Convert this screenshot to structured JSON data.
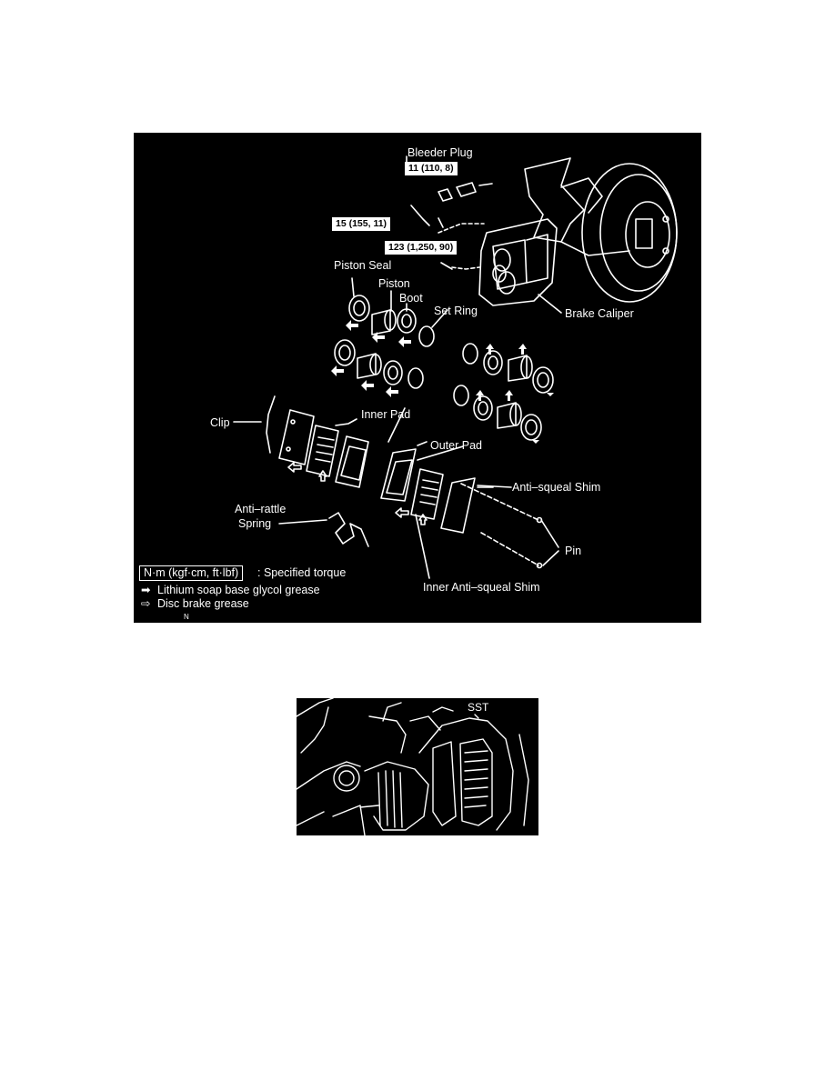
{
  "diagram_main": {
    "labels": {
      "bleeder_plug": "Bleeder Plug",
      "piston_seal": "Piston Seal",
      "piston": "Piston",
      "boot": "Boot",
      "set_ring": "Set Ring",
      "brake_caliper": "Brake Caliper",
      "clip": "Clip",
      "inner_pad": "Inner Pad",
      "outer_pad": "Outer Pad",
      "anti_squeal_shim": "Anti–squeal Shim",
      "anti_rattle_line1": "Anti–rattle",
      "anti_rattle_line2": "Spring",
      "pin": "Pin",
      "inner_anti_squeal_shim": "Inner Anti–squeal Shim"
    },
    "torques": {
      "t1": "11 (110, 8)",
      "t2": "15 (155, 11)",
      "t3": "123 (1,250, 90)"
    },
    "legend": {
      "torque_box": "N·m (kgf·cm, ft·lbf)",
      "torque_desc": ": Specified torque",
      "lithium_grease": "Lithium soap base glycol grease",
      "disc_grease": "Disc brake grease",
      "lithium_symbol": "➡",
      "disc_symbol": "⇨",
      "code": "N"
    }
  },
  "diagram_sst": {
    "label": "SST"
  }
}
